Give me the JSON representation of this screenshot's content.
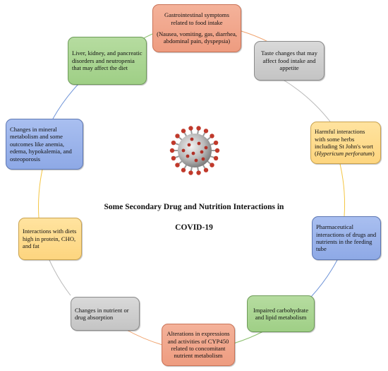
{
  "title_line1": "Some Secondary Drug and Nutrition Interactions in",
  "title_line2": "COVID-19",
  "colors": {
    "orange": "#f0a68a",
    "green": "#a6d38f",
    "gray": "#cccccc",
    "yellow": "#fedb8a",
    "blue": "#99b2ea",
    "ring_orange": "#f0a36e",
    "ring_green": "#8cc06e",
    "ring_gray": "#b9b9b9",
    "ring_yellow": "#f4c542",
    "ring_blue": "#6f94d8"
  },
  "virus_icon": "coronavirus-icon",
  "nodes": {
    "gi": {
      "line1": "Gastrointestinal symptoms related to food intake",
      "line2": "(Nausea, vomiting, gas, diarrhea, abdominal pain, dyspepsia)"
    },
    "taste": {
      "text": "Taste changes that may affect food intake and appetite"
    },
    "herbs": {
      "pre": "Harmful interactions with some herbs including St John's wort (",
      "italic": "Hypericum perforatum",
      "post": ")"
    },
    "tube": {
      "text": "Pharmaceutical interactions of drugs and nutrients in the feeding tube"
    },
    "carb": {
      "text": "Impaired carbohydrate and lipid metabolism"
    },
    "cyp": {
      "text": "Alterations in expressions and activities of CYP450 related to concomitant nutrient metabolism"
    },
    "absorption": {
      "text": "Changes in nutrient or drug absorption"
    },
    "diets": {
      "text": "Interactions with diets high in protein, CHO, and fat"
    },
    "mineral": {
      "text": "Changes in mineral metabolism and some outcomes like anemia, edema, hypokalemia, and osteoporosis"
    },
    "liver": {
      "text": "Liver, kidney, and pancreatic disorders and neutropenia that may affect the diet"
    }
  }
}
